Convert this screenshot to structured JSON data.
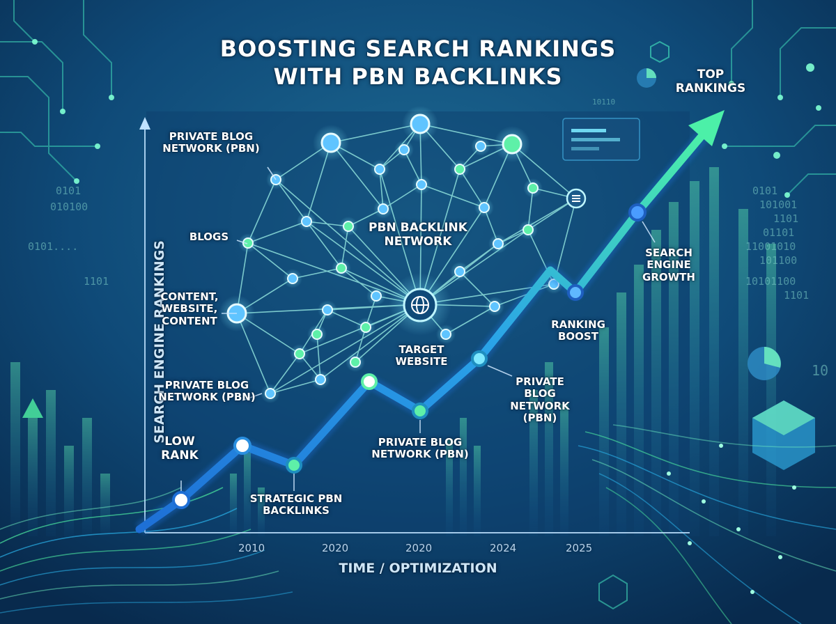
{
  "title_line1": "Boosting Search Rankings",
  "title_line2": "With PBN Backlinks",
  "y_axis_label": "Search Engine Rankings",
  "x_axis_label": "Time / Optimization",
  "x_ticks": [
    "2010",
    "2020",
    "2020",
    "2024",
    "2025"
  ],
  "network_label": "PBN Backlink Network",
  "labels": {
    "pbn_top_left": "Private Blog Network (PBN)",
    "blogs": "Blogs",
    "content": "Content, Website, Content",
    "pbn_mid_left": "Private Blog Network (PBN)",
    "low_rank": "Low Rank",
    "strategic": "Strategic PBN Backlinks",
    "target": "Target Website",
    "pbn_bottom": "Private Blog Network (PBN)",
    "pbn_right": "Private Blog Network (PBN)",
    "ranking_boost": "Ranking Boost",
    "growth": "Search Engine Growth",
    "top_rankings": "Top Rankings"
  },
  "binary_text": [
    "0101",
    "010100",
    "0101....",
    "1101",
    "0101",
    "101001",
    "1101",
    "11001010",
    "101100",
    "10101100",
    "10110",
    "10",
    "01101",
    "1101"
  ],
  "colors": {
    "bg_dark": "#0b3a63",
    "accent_green": "#4ce8a0",
    "accent_blue": "#2a8fe0",
    "node": "#9fe7ff"
  }
}
